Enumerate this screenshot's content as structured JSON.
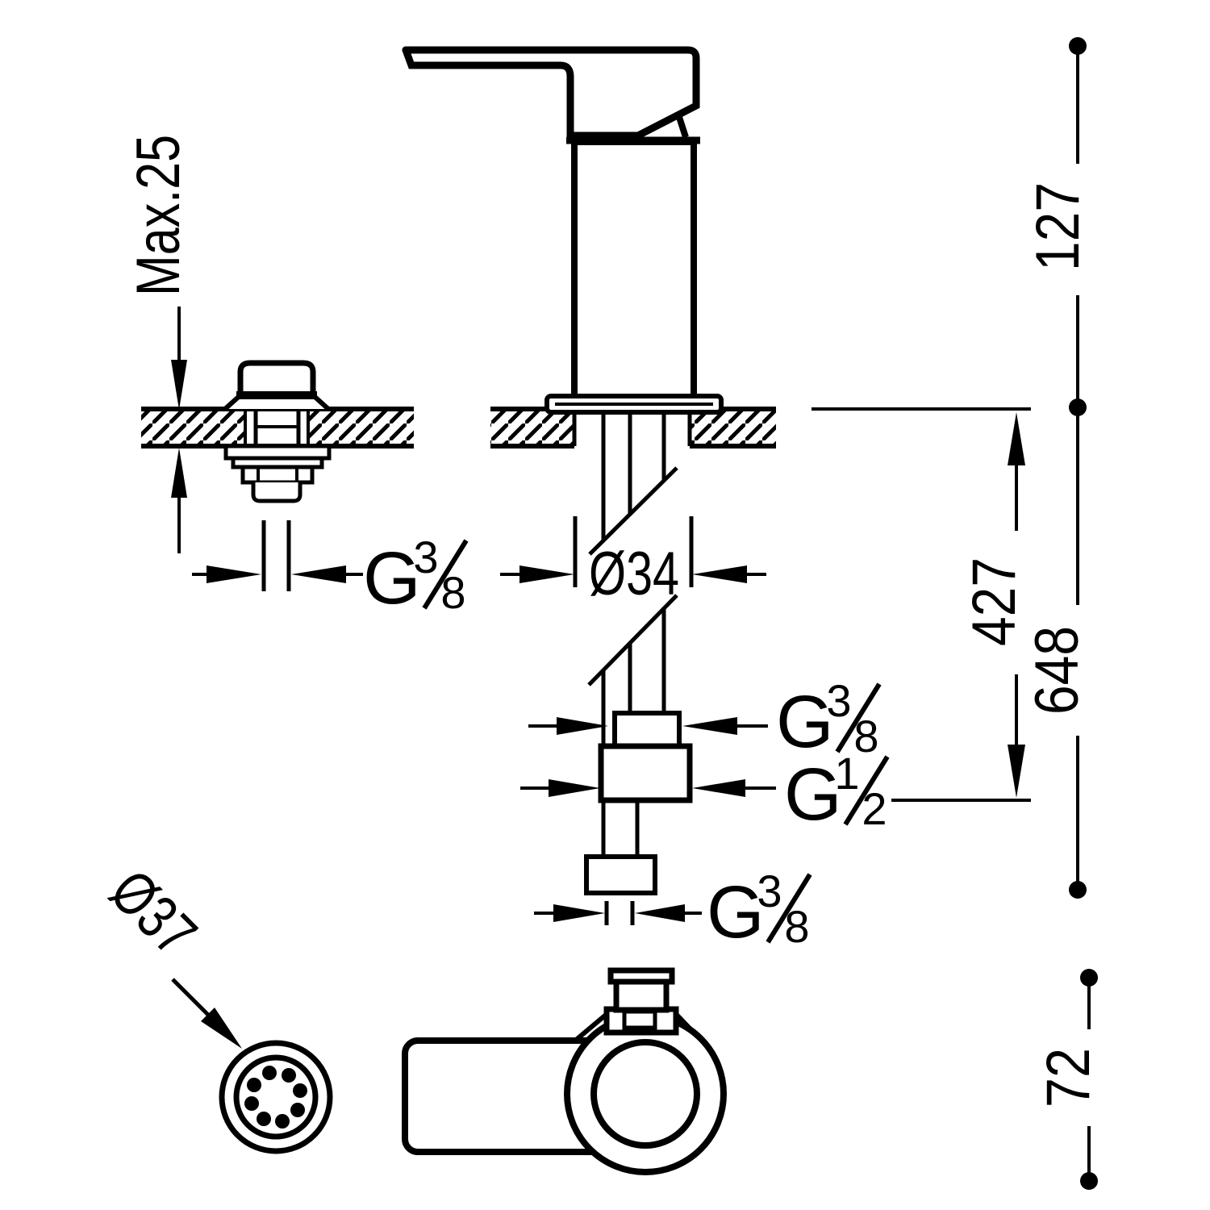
{
  "drawing": {
    "background": "#ffffff",
    "line_color": "#000000",
    "labels": {
      "max_embed": "Max.25",
      "base_hole_diameter": "Ø34",
      "aerator_diameter": "Ø37",
      "height_above_deck": "127",
      "hose_drop": "427",
      "total_height": "648",
      "body_depth": "72"
    },
    "threads": {
      "g38": {
        "letter": "G",
        "numerator": "3",
        "denominator": "8"
      },
      "g12": {
        "letter": "G",
        "numerator": "1",
        "denominator": "2"
      }
    }
  }
}
